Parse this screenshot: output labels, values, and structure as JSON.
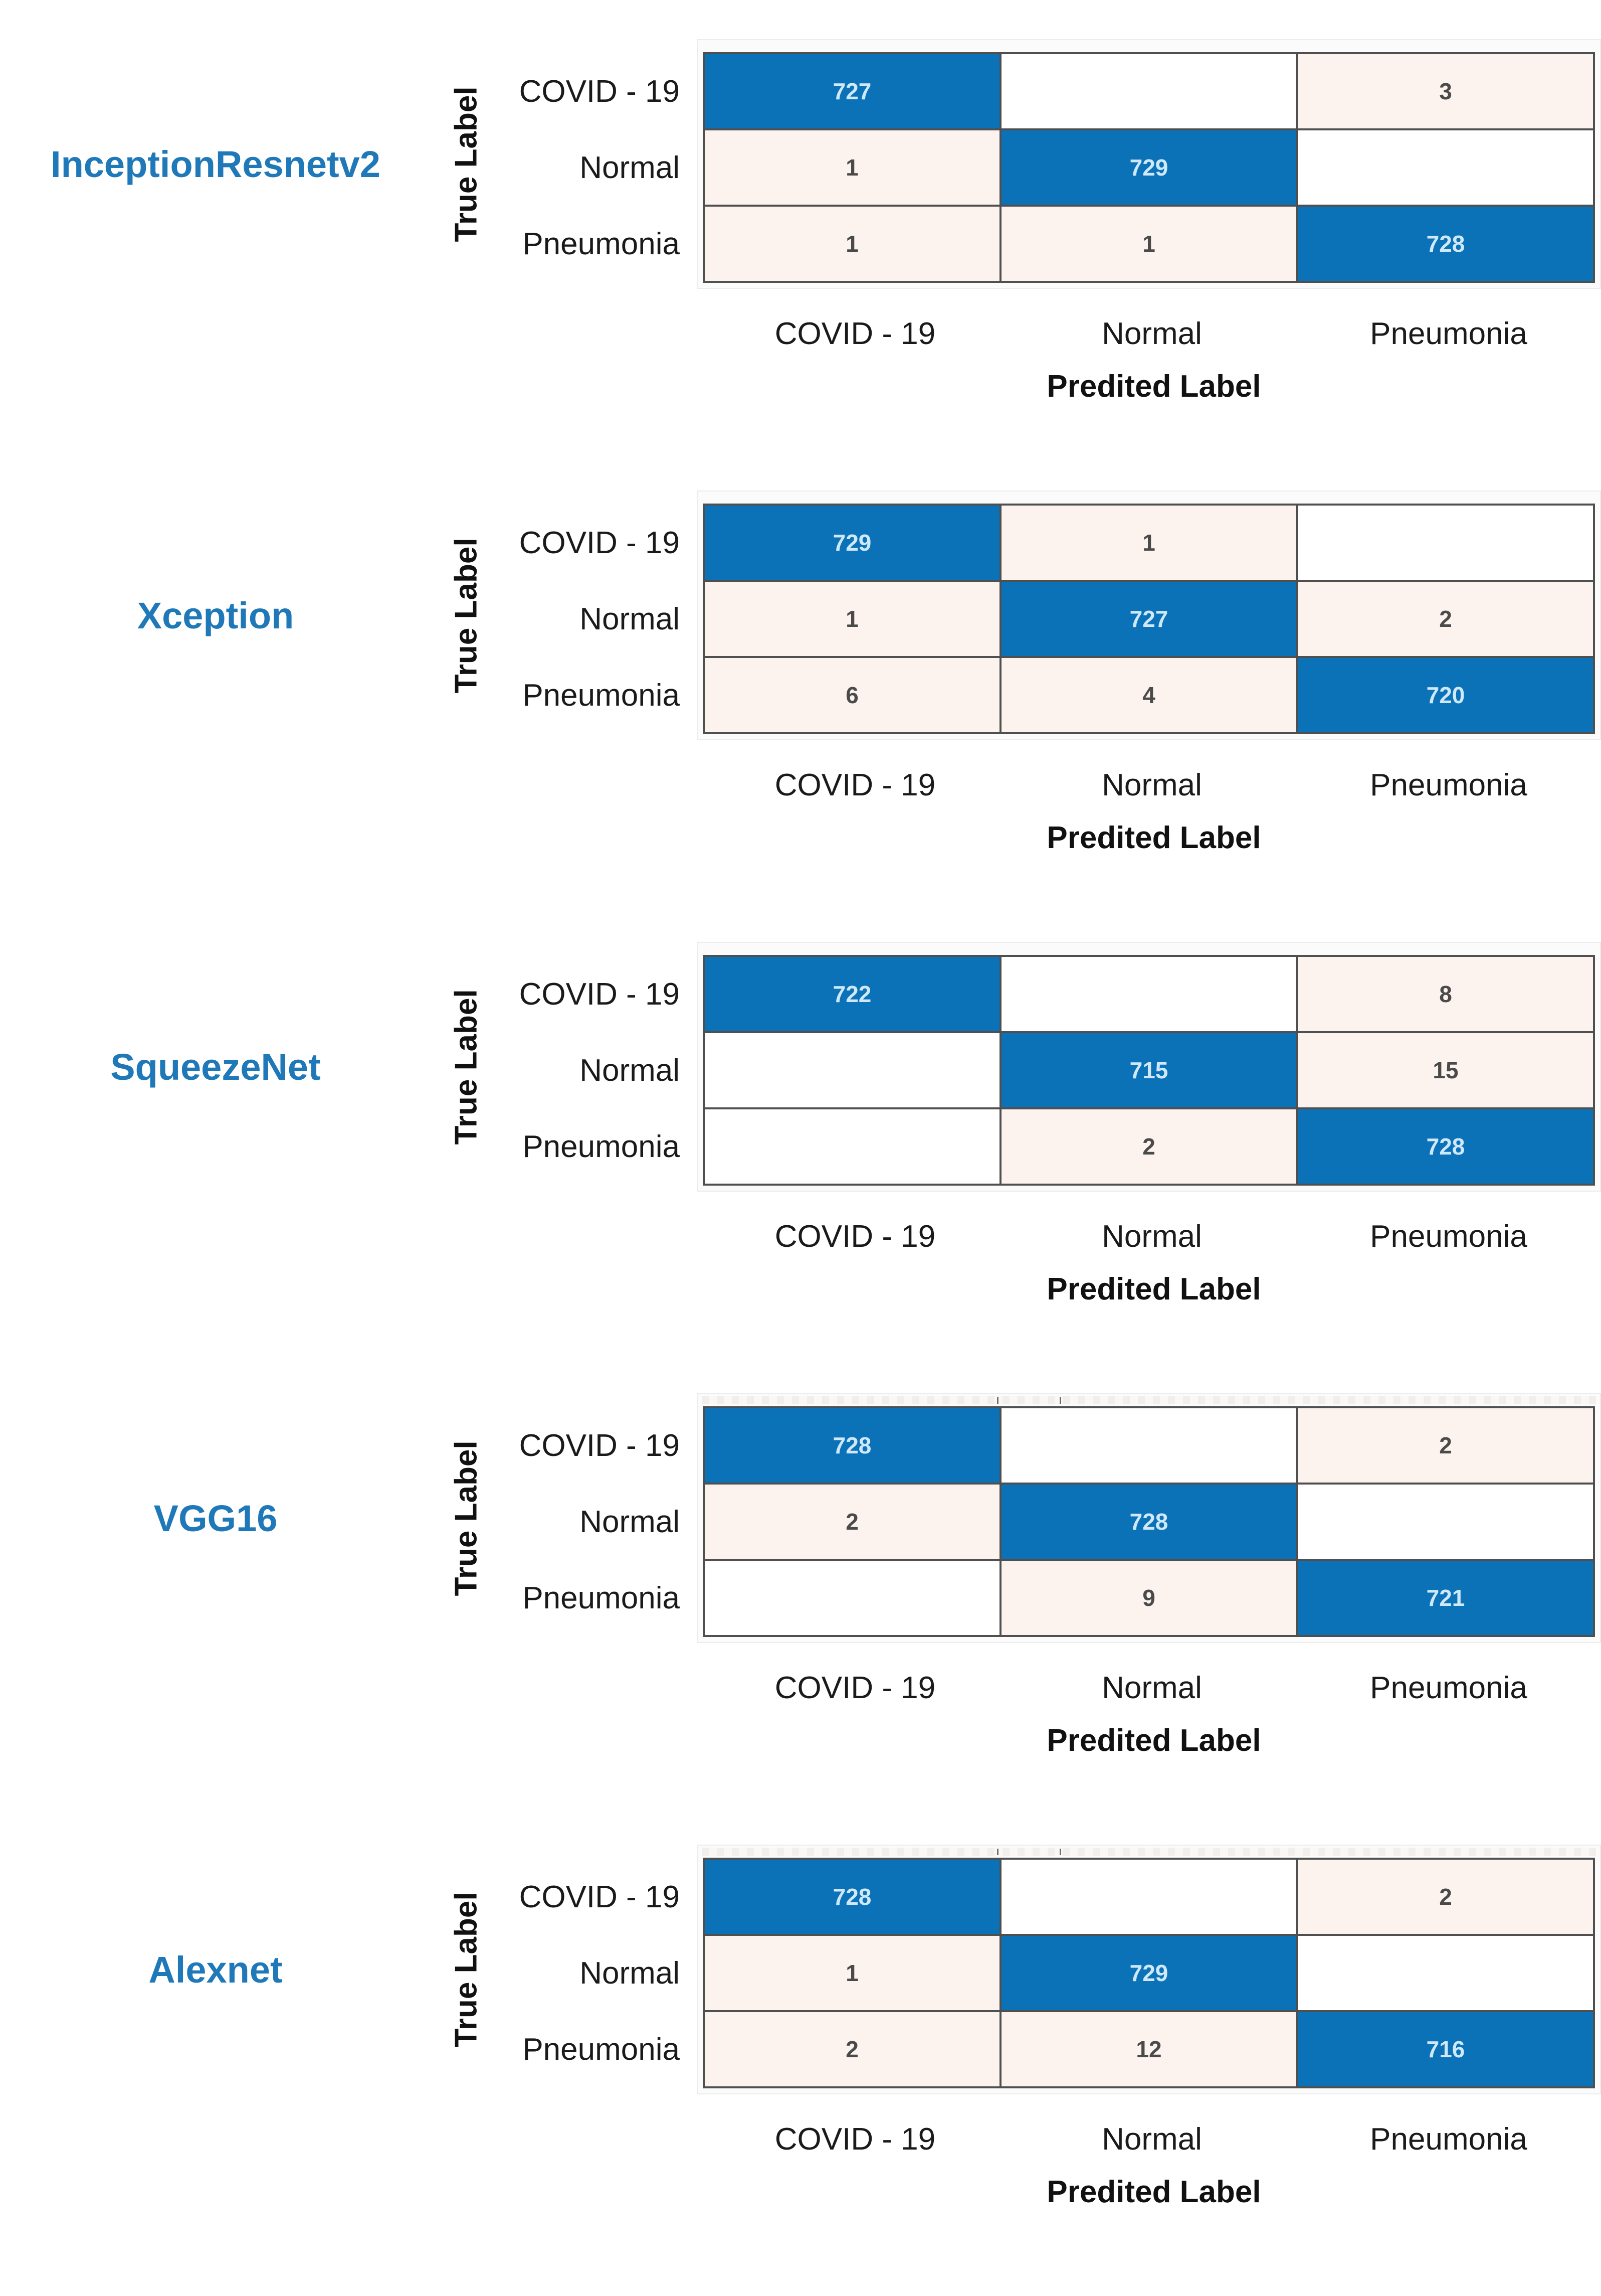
{
  "figure": {
    "y_axis_title": "True Label",
    "x_axis_title": "Predited Label",
    "classes": [
      "COVID - 19",
      "Normal",
      "Pneumonia"
    ]
  },
  "colors": {
    "diagonal_fill": "#0c72b8",
    "nonzero_fill": "#fdf3ee",
    "zero_fill": "#ffffff",
    "grid_line": "#4f4f4f",
    "diag_text": "#cfe9fb",
    "offdiag_text": "#4a4a4a",
    "model_name": "#1f78b8",
    "label_text": "#1a1a1a"
  },
  "models": [
    {
      "name": "InceptionResnetv2",
      "cells": [
        [
          "727",
          "",
          "3"
        ],
        [
          "1",
          "729",
          ""
        ],
        [
          "1",
          "1",
          "728"
        ]
      ]
    },
    {
      "name": "Xception",
      "cells": [
        [
          "729",
          "1",
          ""
        ],
        [
          "1",
          "727",
          "2"
        ],
        [
          "6",
          "4",
          "720"
        ]
      ]
    },
    {
      "name": "SqueezeNet",
      "cells": [
        [
          "722",
          "",
          "8"
        ],
        [
          "",
          "715",
          "15"
        ],
        [
          "",
          "2",
          "728"
        ]
      ]
    },
    {
      "name": "VGG16",
      "cells": [
        [
          "728",
          "",
          "2"
        ],
        [
          "2",
          "728",
          ""
        ],
        [
          "",
          "9",
          "721"
        ]
      ]
    },
    {
      "name": "Alexnet",
      "cells": [
        [
          "728",
          "",
          "2"
        ],
        [
          "1",
          "729",
          ""
        ],
        [
          "2",
          "12",
          "716"
        ]
      ]
    }
  ],
  "chart_data": [
    {
      "type": "heatmap",
      "title": "InceptionResnetv2",
      "xlabel": "Predited Label",
      "ylabel": "True Label",
      "x_categories": [
        "COVID - 19",
        "Normal",
        "Pneumonia"
      ],
      "y_categories": [
        "COVID - 19",
        "Normal",
        "Pneumonia"
      ],
      "values": [
        [
          727,
          0,
          3
        ],
        [
          1,
          729,
          0
        ],
        [
          1,
          1,
          728
        ]
      ],
      "legend": "none",
      "grid": true
    },
    {
      "type": "heatmap",
      "title": "Xception",
      "xlabel": "Predited Label",
      "ylabel": "True Label",
      "x_categories": [
        "COVID - 19",
        "Normal",
        "Pneumonia"
      ],
      "y_categories": [
        "COVID - 19",
        "Normal",
        "Pneumonia"
      ],
      "values": [
        [
          729,
          1,
          0
        ],
        [
          1,
          727,
          2
        ],
        [
          6,
          4,
          720
        ]
      ],
      "legend": "none",
      "grid": true
    },
    {
      "type": "heatmap",
      "title": "SqueezeNet",
      "xlabel": "Predited Label",
      "ylabel": "True Label",
      "x_categories": [
        "COVID - 19",
        "Normal",
        "Pneumonia"
      ],
      "y_categories": [
        "COVID - 19",
        "Normal",
        "Pneumonia"
      ],
      "values": [
        [
          722,
          0,
          8
        ],
        [
          0,
          715,
          15
        ],
        [
          0,
          2,
          728
        ]
      ],
      "legend": "none",
      "grid": true
    },
    {
      "type": "heatmap",
      "title": "VGG16",
      "xlabel": "Predited Label",
      "ylabel": "True Label",
      "x_categories": [
        "COVID - 19",
        "Normal",
        "Pneumonia"
      ],
      "y_categories": [
        "COVID - 19",
        "Normal",
        "Pneumonia"
      ],
      "values": [
        [
          728,
          0,
          2
        ],
        [
          2,
          728,
          0
        ],
        [
          0,
          9,
          721
        ]
      ],
      "legend": "none",
      "grid": true
    },
    {
      "type": "heatmap",
      "title": "Alexnet",
      "xlabel": "Predited Label",
      "ylabel": "True Label",
      "x_categories": [
        "COVID - 19",
        "Normal",
        "Pneumonia"
      ],
      "y_categories": [
        "COVID - 19",
        "Normal",
        "Pneumonia"
      ],
      "values": [
        [
          728,
          0,
          2
        ],
        [
          1,
          729,
          0
        ],
        [
          2,
          12,
          716
        ]
      ],
      "legend": "none",
      "grid": true
    }
  ]
}
